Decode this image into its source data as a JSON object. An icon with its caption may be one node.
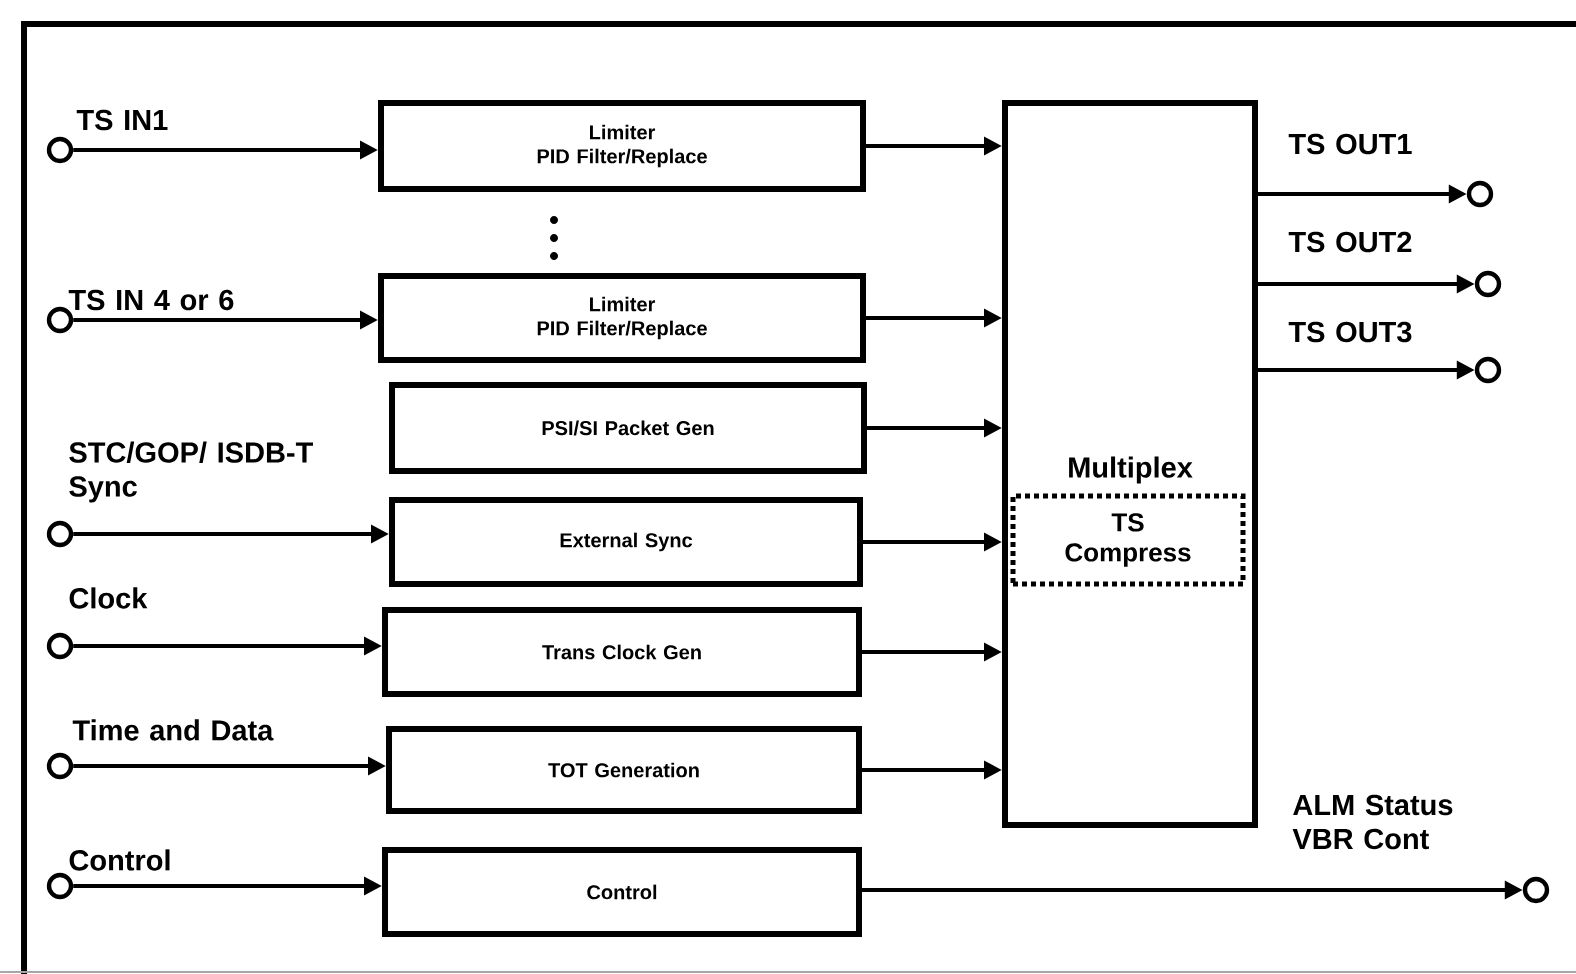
{
  "diagram": {
    "nodes": [
      {
        "text": [],
        "shape": "circle",
        "beside": [
          "TS IN1"
        ]
      },
      {
        "text": [],
        "shape": "circle",
        "beside": [
          "TS IN 4 or 6"
        ]
      },
      {
        "text": [],
        "shape": "circle",
        "beside": [
          "STC/GOP/ ISDB-T Sync"
        ]
      },
      {
        "text": [],
        "shape": "circle",
        "beside": [
          "Clock"
        ]
      },
      {
        "text": [],
        "shape": "circle",
        "beside": [
          "Time and Data"
        ]
      },
      {
        "text": [],
        "shape": "circle",
        "beside": [
          "Control"
        ]
      },
      {
        "text": [
          "Limiter",
          "PID Filter/Replace"
        ]
      },
      {
        "text": [
          "Limiter",
          "PID Filter/Replace"
        ]
      },
      {
        "text": [
          "PSI/SI Packet Gen"
        ]
      },
      {
        "text": [
          "External Sync"
        ]
      },
      {
        "text": [
          "Trans Clock Gen"
        ]
      },
      {
        "text": [
          "TOT Generation"
        ]
      },
      {
        "text": [
          "Control"
        ]
      },
      {
        "text": [
          "Multiplex"
        ]
      },
      {
        "text": [
          "TS Compress"
        ],
        "in": 13
      },
      {
        "text": [],
        "shape": "circle",
        "beside": [
          "TS OUT1"
        ]
      },
      {
        "text": [],
        "shape": "circle",
        "beside": [
          "TS OUT2"
        ]
      },
      {
        "text": [],
        "shape": "circle",
        "beside": [
          "TS OUT3"
        ]
      },
      {
        "text": [],
        "shape": "circle",
        "beside": [
          "ALM Status VBR Cont"
        ]
      }
    ],
    "edges": [
      {
        "from": 0,
        "to": 6,
        "arrow": "to"
      },
      {
        "from": 1,
        "to": 7,
        "arrow": "to"
      },
      {
        "from": 2,
        "to": 9,
        "arrow": "to"
      },
      {
        "from": 3,
        "to": 10,
        "arrow": "to"
      },
      {
        "from": 4,
        "to": 11,
        "arrow": "to"
      },
      {
        "from": 5,
        "to": 12,
        "arrow": "to"
      },
      {
        "from": 6,
        "to": 13,
        "arrow": "to"
      },
      {
        "from": 7,
        "to": 13,
        "arrow": "to"
      },
      {
        "from": 8,
        "to": 13,
        "arrow": "to"
      },
      {
        "from": 9,
        "to": 13,
        "arrow": "to"
      },
      {
        "from": 10,
        "to": 13,
        "arrow": "to"
      },
      {
        "from": 11,
        "to": 13,
        "arrow": "to"
      },
      {
        "from": 13,
        "to": 15,
        "arrow": "to"
      },
      {
        "from": 13,
        "to": 16,
        "arrow": "to"
      },
      {
        "from": 13,
        "to": 17,
        "arrow": "to"
      },
      {
        "from": 12,
        "to": 18,
        "arrow": "to"
      }
    ]
  }
}
